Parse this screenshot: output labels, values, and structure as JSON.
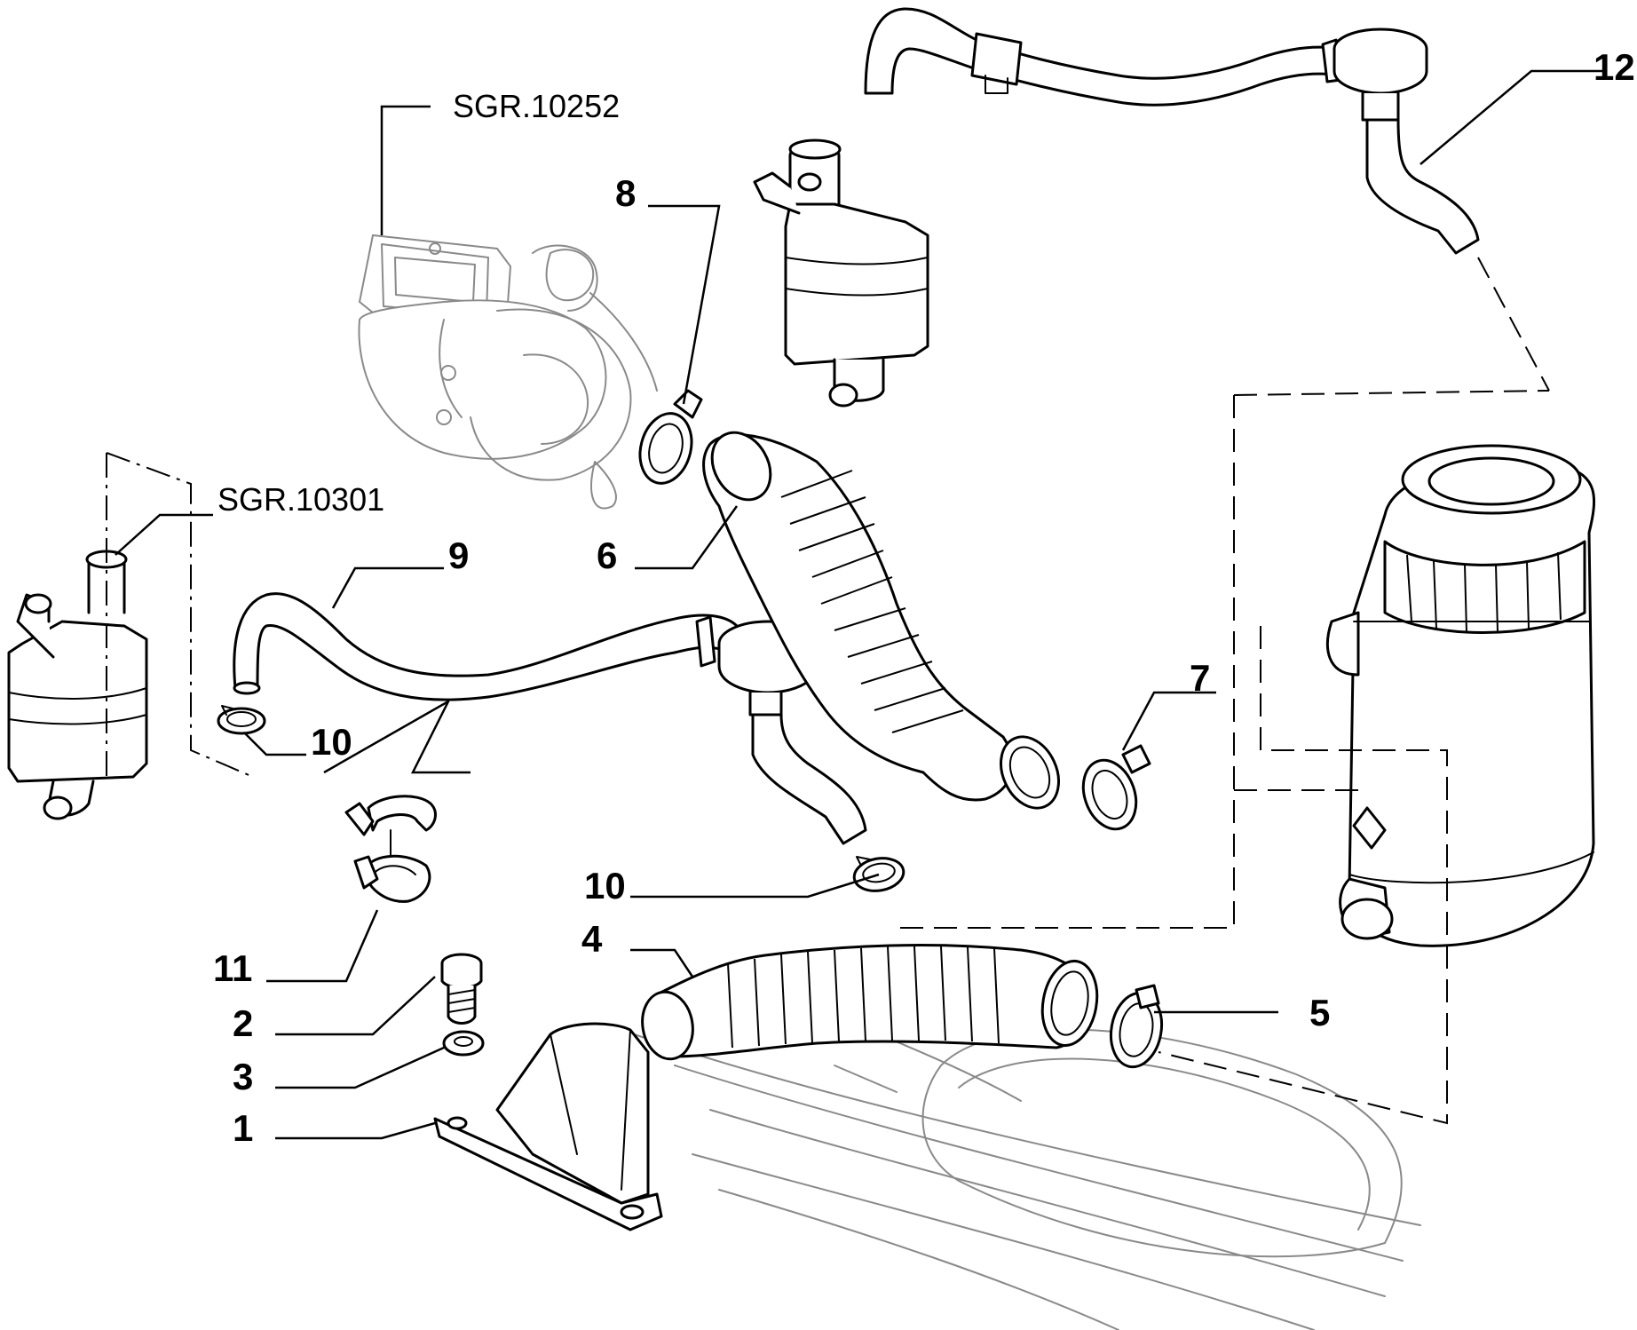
{
  "references": {
    "sgr_turbo": "SGR.10252",
    "sgr_tank": "SGR.10301"
  },
  "callouts": {
    "c1": "1",
    "c2": "2",
    "c3": "3",
    "c4": "4",
    "c5": "5",
    "c6": "6",
    "c7": "7",
    "c8": "8",
    "c9": "9",
    "c10a": "10",
    "c10b": "10",
    "c11": "11",
    "c12": "12"
  }
}
